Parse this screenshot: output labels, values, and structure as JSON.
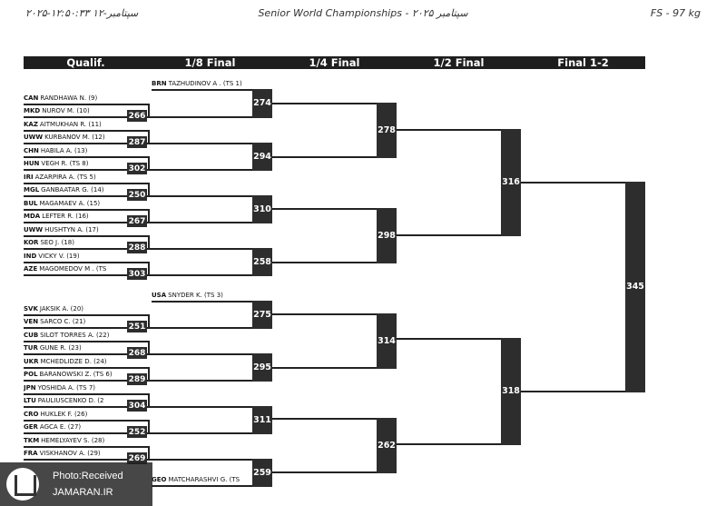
{
  "header": {
    "timestamp": "۲۰۲۵-۱۲:۵۰:۳۳ ۱۲-سپتامبر",
    "title": "Senior World Championships - ۲۰۲۵ سپتامبر",
    "category": "FS - 97 kg"
  },
  "rounds": [
    "Qualif.",
    "1/8 Final",
    "1/4 Final",
    "1/2 Final",
    "Final 1-2"
  ],
  "qual_entries": [
    {
      "country": "CAN",
      "name": "RANDHAWA N. (9)"
    },
    {
      "country": "MKD",
      "name": "NUROV M. (10)"
    },
    {
      "country": "KAZ",
      "name": "AITMUKHAN R. (11)"
    },
    {
      "country": "UWW",
      "name": "KURBANOV M. (12)"
    },
    {
      "country": "CHN",
      "name": "HABILA A. (13)"
    },
    {
      "country": "HUN",
      "name": "VEGH R. (TS 8)"
    },
    {
      "country": "IRI",
      "name": "AZARPIRA A. (TS 5)"
    },
    {
      "country": "MGL",
      "name": "GANBAATAR G. (14)"
    },
    {
      "country": "BUL",
      "name": "MAGAMAEV A. (15)"
    },
    {
      "country": "MDA",
      "name": "LEFTER R. (16)"
    },
    {
      "country": "UWW",
      "name": "HUSHTYN A. (17)"
    },
    {
      "country": "KOR",
      "name": "SEO J. (18)"
    },
    {
      "country": "IND",
      "name": "VICKY V. (19)"
    },
    {
      "country": "AZE",
      "name": "MAGOMEDOV M . (TS"
    },
    {
      "country": "SVK",
      "name": "JAKSIK A. (20)"
    },
    {
      "country": "VEN",
      "name": "SARCO C. (21)"
    },
    {
      "country": "CUB",
      "name": "SILOT TORRES A. (22)"
    },
    {
      "country": "TUR",
      "name": "GUNE R. (23)"
    },
    {
      "country": "UKR",
      "name": "MCHEDLIDZE D. (24)"
    },
    {
      "country": "POL",
      "name": "BARANOWSKI Z. (TS 6)"
    },
    {
      "country": "JPN",
      "name": "YOSHIDA A. (TS 7)"
    },
    {
      "country": "LTU",
      "name": "PAULIUSCENKO D. (2"
    },
    {
      "country": "CRO",
      "name": "HUKLEK F. (26)"
    },
    {
      "country": "GER",
      "name": "AGCA E. (27)"
    },
    {
      "country": "TKM",
      "name": "HEMELYAYEV S. (28)"
    },
    {
      "country": "FRA",
      "name": "VISKHANOV A. (29)"
    }
  ],
  "bye_entries": [
    {
      "country": "BRN",
      "name": "TAZHUDINOV A . (TS 1)"
    },
    {
      "country": "USA",
      "name": "SNYDER K. (TS 3)"
    },
    {
      "country": "GEO",
      "name": "MATCHARASHVI G. (TS"
    }
  ],
  "qual_bouts": [
    "266",
    "287",
    "302",
    "250",
    "267",
    "288",
    "303",
    "251",
    "268",
    "289",
    "304",
    "252",
    "269"
  ],
  "bouts_r16": [
    "274",
    "294",
    "310",
    "258",
    "275",
    "295",
    "311",
    "259"
  ],
  "bouts_qf": [
    "278",
    "298",
    "314",
    "262"
  ],
  "bouts_sf": [
    "316",
    "318"
  ],
  "bout_final": "345",
  "watermark": {
    "line1": "Photo:Received",
    "line2": "JAMARAN.IR"
  }
}
